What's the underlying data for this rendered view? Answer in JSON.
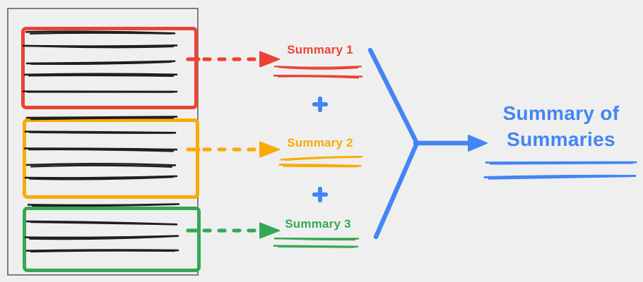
{
  "colors": {
    "background": "#efefef",
    "red": "#EA4335",
    "orange": "#F9AB00",
    "green": "#34A853",
    "blue": "#4285F4",
    "ink": "#1e1e1e",
    "doc_border": "#7e7e7e"
  },
  "document": {
    "sections": [
      {
        "name": "chunk-1",
        "accent": "red",
        "scribble_lines": 5
      },
      {
        "name": "chunk-2",
        "accent": "orange",
        "scribble_lines": 5
      },
      {
        "name": "chunk-3",
        "accent": "green",
        "scribble_lines": 4
      }
    ]
  },
  "summaries": [
    {
      "label": "Summary 1",
      "accent": "red"
    },
    {
      "label": "Summary 2",
      "accent": "orange"
    },
    {
      "label": "Summary 3",
      "accent": "green"
    }
  ],
  "plus_sign": "+",
  "result_label": "Summary of Summaries"
}
